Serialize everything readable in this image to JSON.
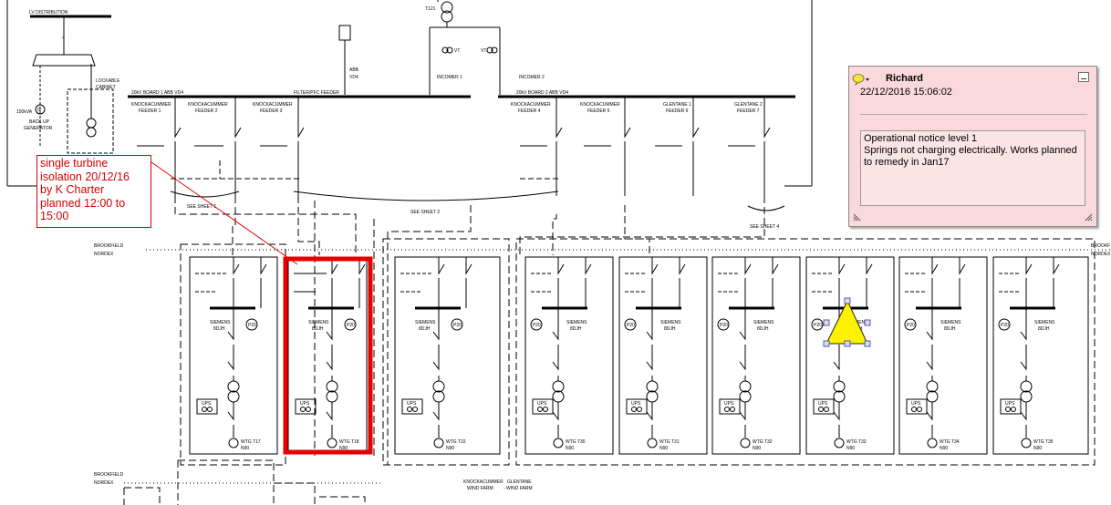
{
  "labels": {
    "lv_distribution": "LV DISTRIBUTION",
    "t121": "T121",
    "kva150": "150kVA",
    "back_up": "BACK UP",
    "generator": "GENERATOR",
    "lockable": "LOCKABLE",
    "cabinet": "CABINET",
    "abb_vd4": "ABB",
    "vd4": "VD4",
    "vt": "VT",
    "incomer1": "INCOMER 1",
    "incomer2": "INCOMER 2",
    "board1": "20kV BOARD 1 ABB VD4",
    "board2": "20kV BOARD 2 ABB VD4",
    "filter_feeder": "FILTER/PFC FEEDER",
    "knockacummer": "KNOCKACUMMER",
    "glentane": "GLENTANE",
    "feeder1": "FEEDER 1",
    "feeder2": "FEEDER 2",
    "feeder3": "FEEDER 3",
    "feeder4": "FEEDER 4",
    "feeder5": "FEEDER 5",
    "feeder6": "FEEDER 6",
    "feeder7": "FEEDER 7",
    "glentane1": "GLENTANE 1",
    "glentane2": "GLENTANE 2",
    "see_sheet1": "SEE SHEET 1",
    "see_sheet2": "SEE SHEET 2",
    "see_sheet4": "SEE SHEET 4",
    "brookfield": "BROOKFIELD",
    "nordex": "NORDEX",
    "brookf": "BROOKF",
    "siemens": "SIEMENS",
    "sdjh": "8DJH",
    "p20": "P20",
    "ups": "UPS",
    "n90": "N90",
    "knockacummer_wind": "KNOCKACUMMER",
    "glentane_wind": "GLENTANE",
    "wind_farm_a": "WIND FARM",
    "wind_farm_b": "- WIND FARM"
  },
  "turbines": [
    "WTG T17",
    "WTG T18",
    "WTG T22",
    "WTG T30",
    "WTG T31",
    "WTG T32",
    "WTG T33",
    "WTG T34",
    "WTG T35"
  ],
  "red_note": {
    "lines": [
      "single turbine",
      "isolation 20/12/16",
      "by K Charter",
      "planned 12:00 to",
      "15:00"
    ]
  },
  "comment": {
    "author": "Richard",
    "date": "22/12/2016 15:06:02",
    "lines": [
      "Operational notice level 1",
      "Springs not charging electrically.  Works planned",
      "to remedy in Jan17"
    ]
  },
  "colors": {
    "highlight": "#e60000",
    "warning": "#fff200",
    "comment_bg": "#fad8dc"
  }
}
